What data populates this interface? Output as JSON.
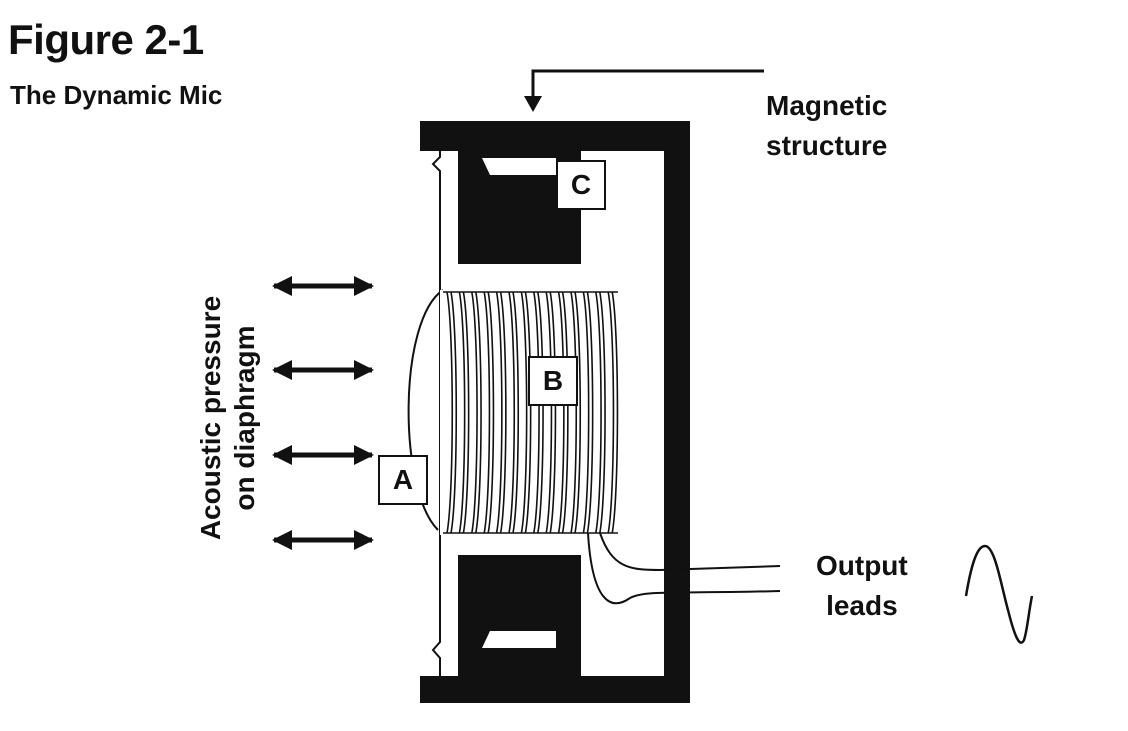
{
  "title": "Figure 2-1",
  "subtitle": "The Dynamic Mic",
  "labels": {
    "magnetic_line1": "Magnetic",
    "magnetic_line2": "structure",
    "acoustic_line1": "Acoustic pressure",
    "acoustic_line2": "on diaphragm",
    "output_line1": "Output",
    "output_line2": "leads"
  },
  "callouts": {
    "a": "A",
    "b": "B",
    "c": "C"
  },
  "colors": {
    "ink": "#111111",
    "background": "#ffffff"
  }
}
